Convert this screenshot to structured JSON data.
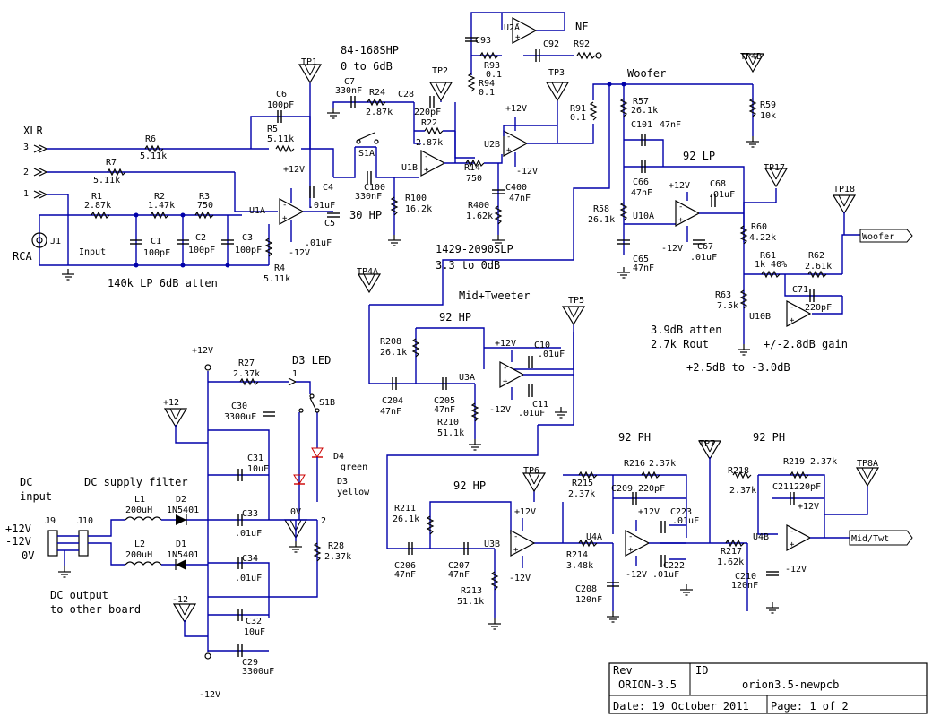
{
  "notes": {
    "xlr": "XLR",
    "rca": "RCA",
    "input": "Input",
    "lp140k": "140k LP 6dB atten",
    "shp": "84-168SHP",
    "shp_range": "0 to 6dB",
    "hp30": "30 HP",
    "slp": "1429-2090SLP",
    "slp_range": "3.3 to 0dB",
    "nf": "NF",
    "woofer": "Woofer",
    "lp92": "92 LP",
    "atten39": "3.9dB atten",
    "rout27": "2.7k Rout",
    "gain28": "+/-2.8dB gain",
    "range25": "+2.5dB to -3.0dB",
    "midtw": "Mid+Tweeter",
    "hp92a": "92 HP",
    "hp92b": "92 HP",
    "ph92a": "92 PH",
    "ph92b": "92 PH",
    "d3led": "D3 LED",
    "d4": "D4",
    "green": "green",
    "d3": "D3",
    "yellow": "yellow",
    "dcsupply": "DC supply filter",
    "dcinput1": "DC",
    "dcinput2": "input",
    "p12": "+12V",
    "m12": "-12V",
    "zerov": "0V",
    "dcout1": "DC output",
    "dcout2": "to other board",
    "zero_v_tp": "0V",
    "one": "1",
    "two": "2"
  },
  "connectors": {
    "in3": "3",
    "in2": "2",
    "in1": "1",
    "woofer_out": "Woofer",
    "midtwt_out": "Mid/Twt",
    "j1": "J1",
    "j9": "J9",
    "j10": "J10"
  },
  "testpoints": {
    "tp1": "TP1",
    "tp2": "TP2",
    "tp3": "TP3",
    "tp4b": "TP4B",
    "tp17": "TP17",
    "tp18": "TP18",
    "tp4a": "TP4A",
    "tp5": "TP5",
    "tp6": "TP6",
    "tp7": "TP7",
    "tp8a": "TP8A",
    "p12": "+12",
    "m12": "-12"
  },
  "opamps": {
    "u1a": "U1A",
    "u1b": "U1B",
    "u2a": "U2A",
    "u2b": "U2B",
    "u10a": "U10A",
    "u10b": "U10B",
    "u3a": "U3A",
    "u3b": "U3B",
    "u4a": "U4A",
    "u4b": "U4B"
  },
  "rails": {
    "p12v": "+12V",
    "m12v": "-12V"
  },
  "components": {
    "r6": "R6",
    "r6v": "5.11k",
    "r7": "R7",
    "r7v": "5.11k",
    "r1": "R1",
    "r1v": "2.87k",
    "r2": "R2",
    "r2v": "1.47k",
    "r3": "R3",
    "r3v": "750",
    "c1": "C1",
    "c1v": "100pF",
    "c2": "C2",
    "c2v": "100pF",
    "c3": "C3",
    "c3v": "100pF",
    "r4": "R4",
    "r4v": "5.11k",
    "r5": "R5",
    "r5v": "5.11k",
    "c6": "C6",
    "c6v": "100pF",
    "c4": "C4",
    "c4v": ".01uF",
    "c5": "C5",
    "c5v": ".01uF",
    "c7": "C7",
    "c7v": "330nF",
    "r24": "R24",
    "r24v": "2.87k",
    "c28": "C28",
    "c28v": "220pF",
    "r22": "R22",
    "r22v": "2.87k",
    "s1a": "S1A",
    "c100": "C100",
    "c100v": "330nF",
    "r100": "R100",
    "r100v": "16.2k",
    "r14": "R14",
    "r14v": "750",
    "c400": "C400",
    "c400v": "47nF",
    "r400": "R400",
    "r400v": "1.62k",
    "c93": "C93",
    "r93": "R93",
    "r93v": "0.1",
    "r94": "R94",
    "r94v": "0.1",
    "c92": "C92",
    "r92": "R92",
    "r91": "R91",
    "r91v": "0.1",
    "r57": "R57",
    "r57v": "26.1k",
    "c101": "C101",
    "c101v": "47nF",
    "c66": "C66",
    "c66v": "47nF",
    "r58": "R58",
    "r58v": "26.1k",
    "c65": "C65",
    "c65v": "47nF",
    "c68": "C68",
    "c68v": ".01uF",
    "c67": "C67",
    "c67v": ".01uF",
    "r59": "R59",
    "r59v": "10k",
    "r60": "R60",
    "r60v": "4.22k",
    "r61": "R61",
    "r61v": "1k 40%",
    "r62": "R62",
    "r62v": "2.61k",
    "c71": "C71",
    "c71v": "220pF",
    "r63": "R63",
    "r63v": "7.5k",
    "r208": "R208",
    "r208v": "26.1k",
    "c204": "C204",
    "c204v": "47nF",
    "c205": "C205",
    "c205v": "47nF",
    "r210": "R210",
    "r210v": "51.1k",
    "c10": "C10",
    "c10v": ".01uF",
    "c11": "C11",
    "c11v": ".01uF",
    "r27": "R27",
    "r27v": "2.37k",
    "s1b": "S1B",
    "c30": "C30",
    "c30v": "3300uF",
    "c31": "C31",
    "c31v": "10uF",
    "c33": "C33",
    "c33v": ".01uF",
    "c34": "C34",
    "c34v": ".01uF",
    "c32": "C32",
    "c32v": "10uF",
    "c29": "C29",
    "c29v": "3300uF",
    "l1": "L1",
    "l1v": "200uH",
    "l2": "L2",
    "l2v": "200uH",
    "d2": "D2",
    "d2v": "1N5401",
    "d1": "D1",
    "d1v": "1N5401",
    "r28": "R28",
    "r28v": "2.37k",
    "r211": "R211",
    "r211v": "26.1k",
    "c206": "C206",
    "c206v": "47nF",
    "c207": "C207",
    "c207v": "47nF",
    "r213": "R213",
    "r213v": "51.1k",
    "r215": "R215",
    "r215v": "2.37k",
    "r214": "R214",
    "r214v": "3.48k",
    "r216": "R216",
    "r216v": "2.37k",
    "c209": "C209",
    "c209v": "220pF",
    "c223": "C223",
    "c223v": ".01uF",
    "c222": "C222",
    "c222v": ".01uF",
    "c208": "C208",
    "c208v": "120nF",
    "r218": "R218",
    "r218v": "2.37k",
    "r219": "R219",
    "r219v": "2.37k",
    "c211": "C211",
    "c211v": "220pF",
    "r217": "R217",
    "r217v": "1.62k",
    "c210": "C210",
    "c210v": "120nF"
  },
  "title_block": {
    "rev_label": "Rev",
    "rev_value": "ORION-3.5",
    "id_label": "ID",
    "id_value": "orion3.5-newpcb",
    "date": "Date: 19 October 2011",
    "page": "Page: 1 of 2"
  }
}
